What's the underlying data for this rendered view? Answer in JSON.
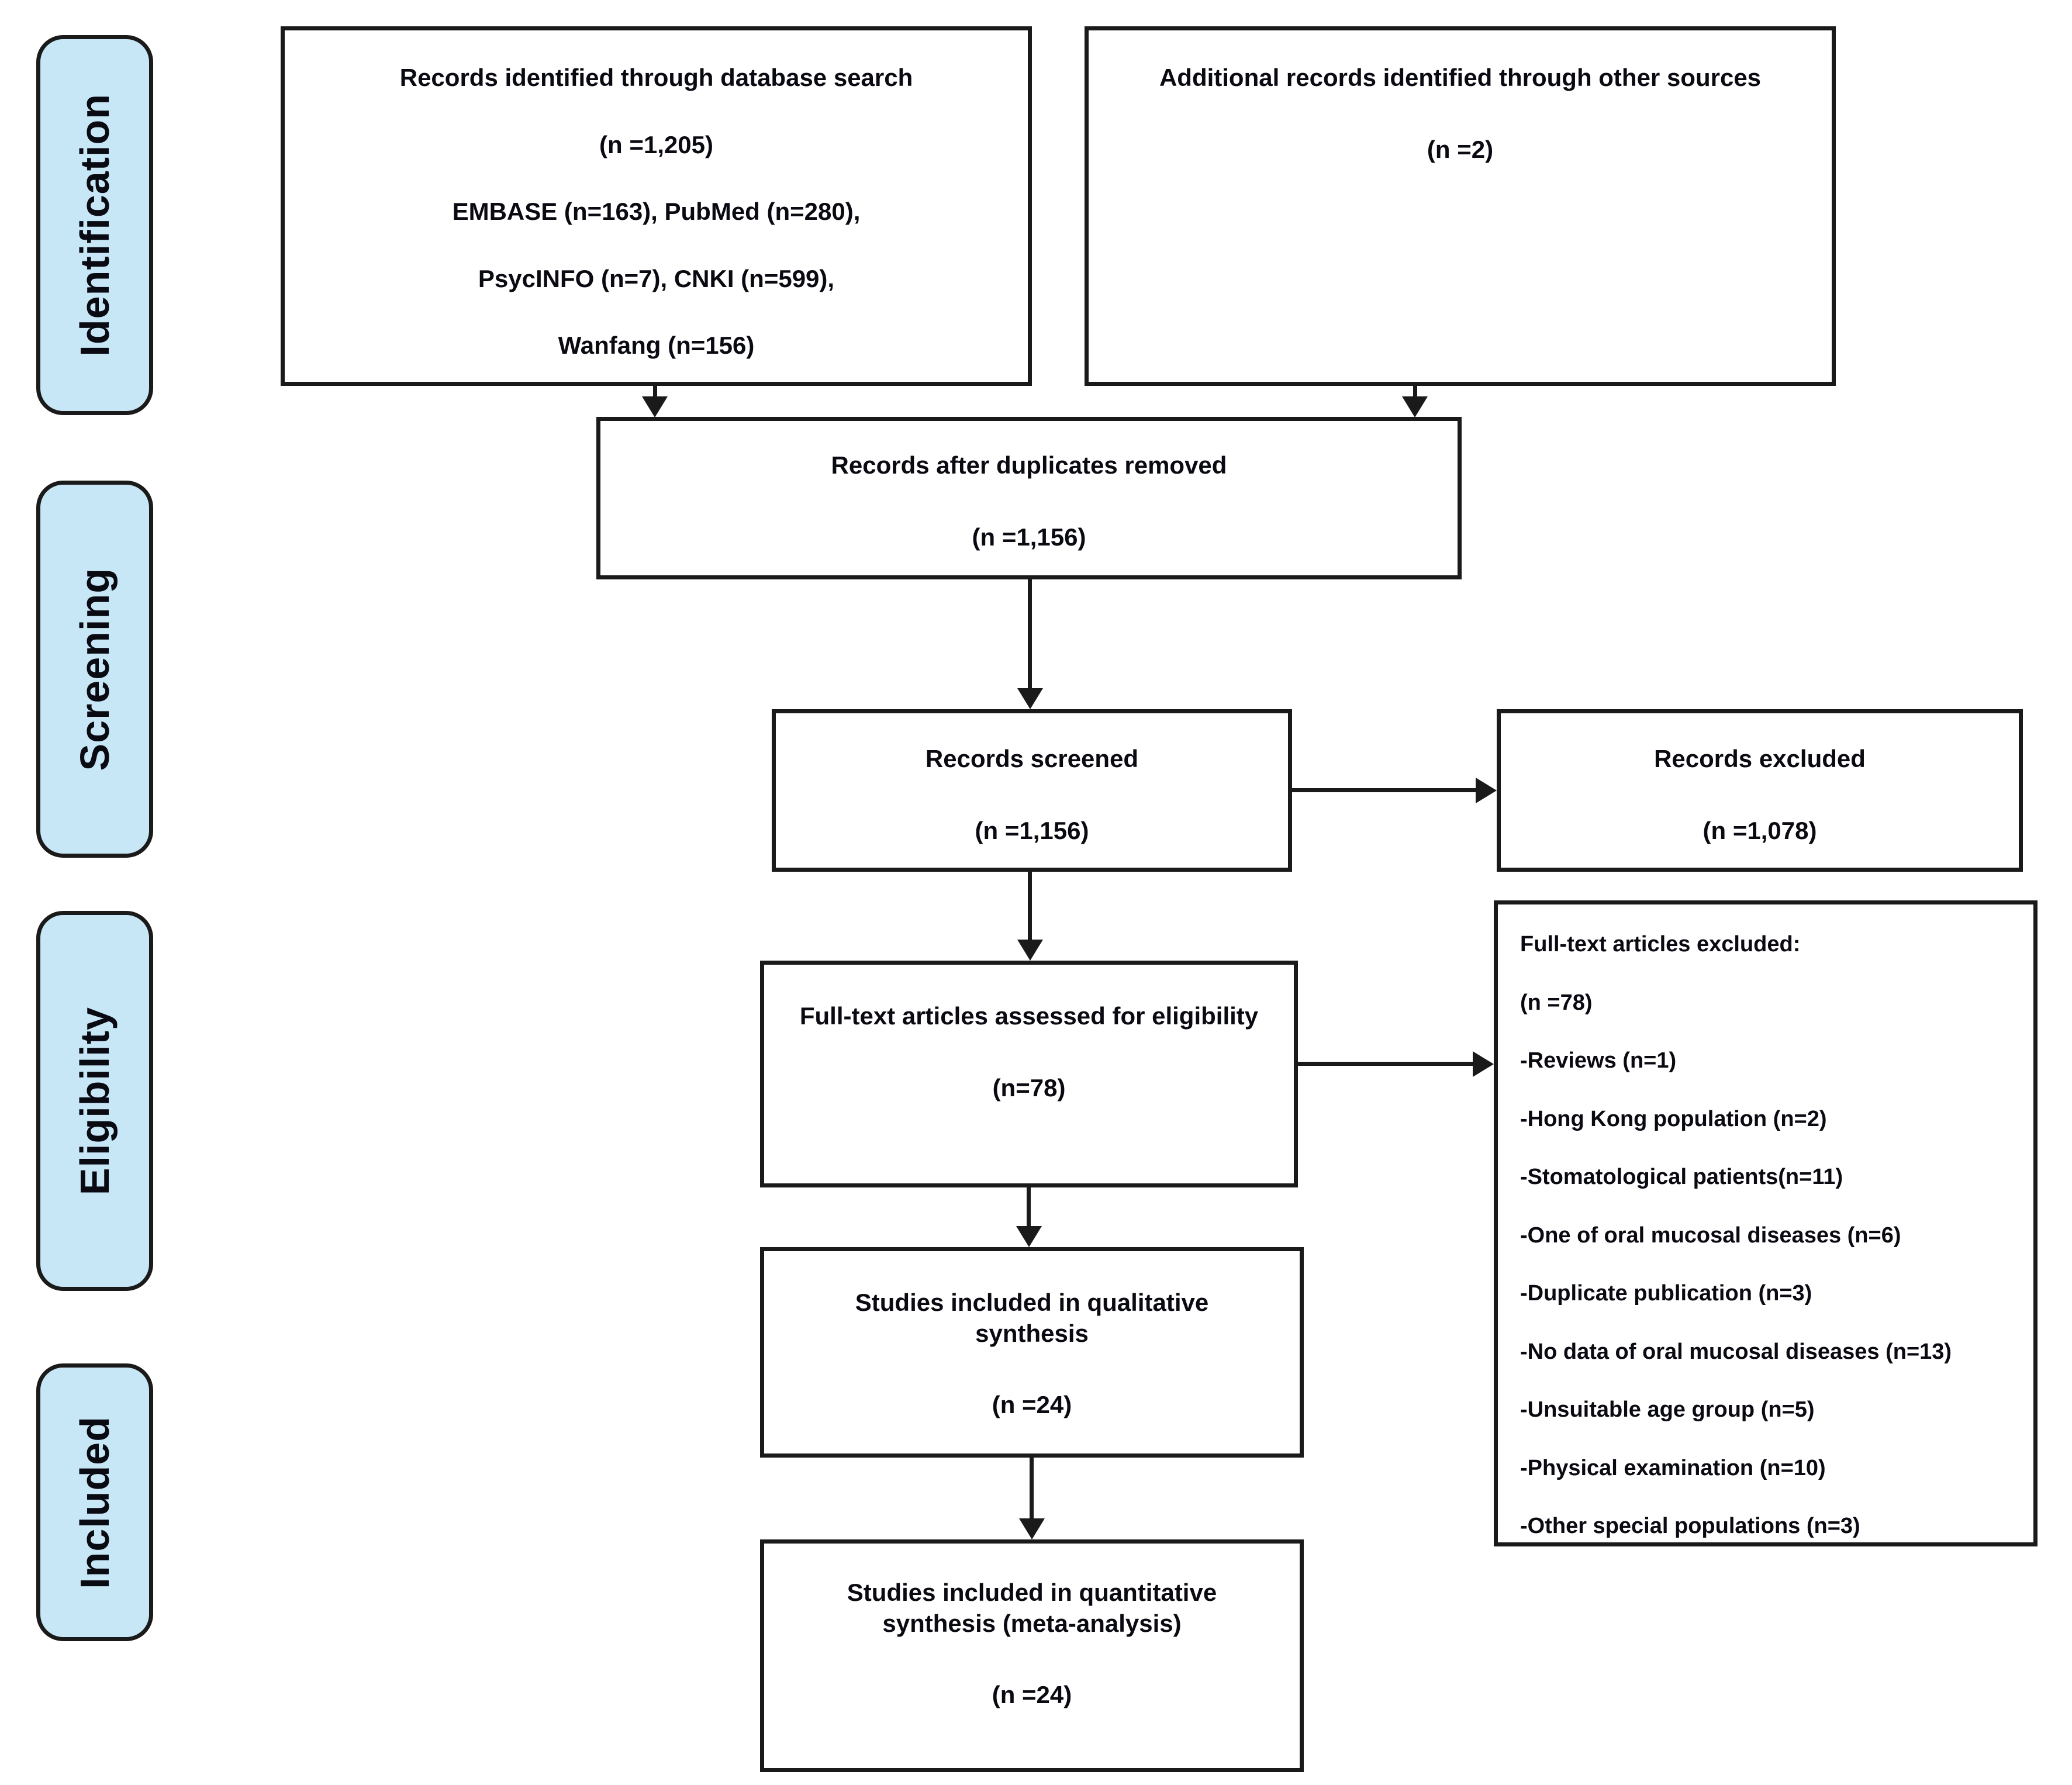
{
  "colors": {
    "stage_fill": "#c8e7f6",
    "line": "#1a1a1a",
    "box_fill": "#ffffff"
  },
  "stages": [
    {
      "label": "Identification"
    },
    {
      "label": "Screening"
    },
    {
      "label": "Eligibility"
    },
    {
      "label": "Included"
    }
  ],
  "boxes": {
    "identified": {
      "paragraphs": [
        "Records identified through database search",
        "(n =1,205)",
        "EMBASE (n=163), PubMed (n=280),",
        "PsycINFO (n=7), CNKI (n=599),",
        "Wanfang (n=156)"
      ]
    },
    "additional": {
      "paragraphs": [
        "Additional records identified through other sources",
        "(n =2)"
      ]
    },
    "duplicates_removed": {
      "paragraphs": [
        "Records after duplicates removed",
        "(n =1,156)"
      ]
    },
    "screened": {
      "paragraphs": [
        "Records screened",
        "(n =1,156)"
      ]
    },
    "excluded": {
      "paragraphs": [
        "Records excluded",
        "(n =1,078)"
      ]
    },
    "fulltext_assessed": {
      "paragraphs": [
        "Full-text articles assessed for eligibility",
        "(n=78)"
      ]
    },
    "fulltext_excluded": {
      "paragraphs": [
        "Full-text articles excluded:",
        "(n =78)",
        "-Reviews (n=1)",
        "-Hong Kong population (n=2)",
        "-Stomatological patients(n=11)",
        "-One of oral mucosal diseases (n=6)",
        "-Duplicate publication (n=3)",
        "-No data of oral mucosal diseases (n=13)",
        "-Unsuitable age group (n=5)",
        "-Physical examination (n=10)",
        "-Other special populations (n=3)"
      ]
    },
    "qualitative": {
      "paragraphs": [
        "Studies included in qualitative synthesis",
        "(n =24)"
      ]
    },
    "quantitative": {
      "paragraphs": [
        "Studies included in quantitative synthesis (meta-analysis)",
        "(n =24)"
      ]
    }
  }
}
